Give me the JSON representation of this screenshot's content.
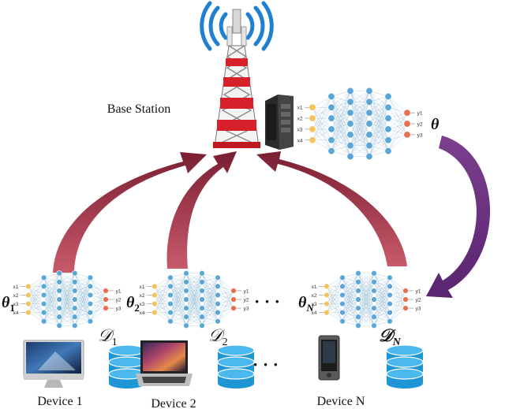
{
  "base_station": {
    "label": "Base Station"
  },
  "global_model": {
    "symbol": "θ"
  },
  "devices": [
    {
      "label": "Device 1",
      "model_symbol": "θ",
      "model_sub": "1",
      "data_symbol": "𝒟",
      "data_sub": "1",
      "kind": "imac-icon"
    },
    {
      "label": "Device 2",
      "model_symbol": "θ",
      "model_sub": "2",
      "data_symbol": "𝒟",
      "data_sub": "2",
      "kind": "laptop-icon"
    },
    {
      "label": "Device N",
      "model_symbol": "θ",
      "model_sub": "N",
      "data_symbol": "𝒟",
      "data_sub": "N",
      "kind": "ipod-icon"
    }
  ],
  "ellipsis": "· · ·",
  "nn_labels": {
    "inputs": [
      "x1",
      "x2",
      "x3",
      "x4"
    ],
    "outputs": [
      "y1",
      "y2",
      "y3"
    ]
  },
  "colors": {
    "upload_arrow": "#8c2a3c",
    "broadcast_arrow": "#6a2a78",
    "tower_red": "#d8202a",
    "node_input": "#f4c35a",
    "node_hidden": "#5aa7d6",
    "node_output": "#e8704e",
    "database": "#1e95d4"
  }
}
